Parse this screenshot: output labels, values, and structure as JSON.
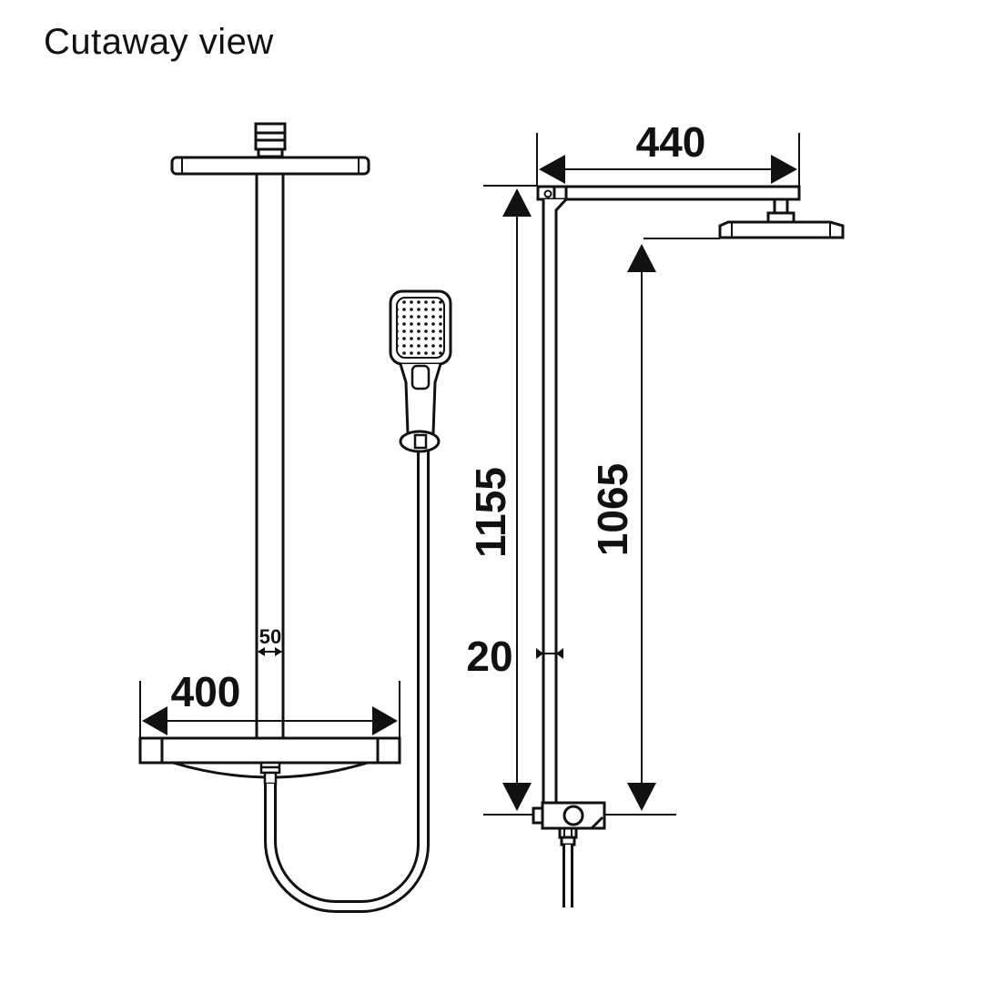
{
  "title": "Cutaway view",
  "dimensions": {
    "shower_head_depth": "440",
    "total_height": "1155",
    "head_outlet_height": "1065",
    "pipe_diameter": "20",
    "shelf_width": "400",
    "pipe_width": "50"
  },
  "colors": {
    "line": "#111111",
    "background": "#ffffff"
  }
}
